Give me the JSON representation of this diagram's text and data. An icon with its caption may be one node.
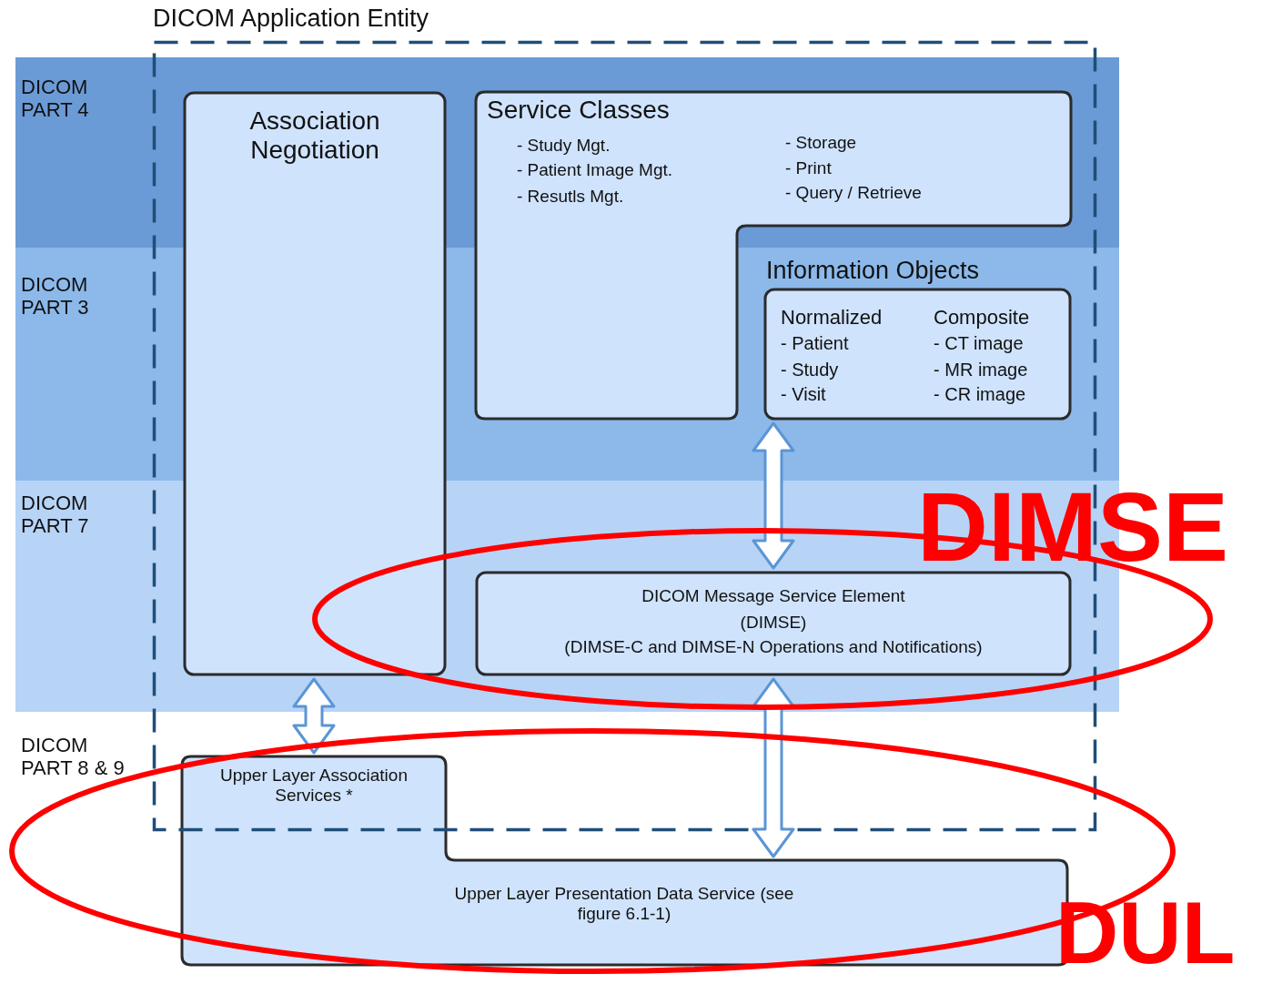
{
  "diagram": {
    "nodes": [
      {
        "text": [
          "DICOM Application Entity"
        ]
      },
      {
        "text": [
          "Association Negotiation"
        ],
        "in": 0
      },
      {
        "text": [
          "Service Classes",
          "- Study Mgt.",
          "- Patient Image Mgt.",
          "- Resutls Mgt.",
          "- Storage",
          "- Print",
          "- Query / Retrieve"
        ],
        "in": 0
      },
      {
        "text": [
          "Information Objects",
          "Normalized",
          "- Patient",
          "- Study",
          "- Visit",
          "Composite",
          "- CT image",
          "- MR image",
          "- CR image"
        ],
        "in": 0
      },
      {
        "text": [
          "DICOM Message Service Element",
          "(DIMSE)",
          "(DIMSE-C and DIMSE-N Operations and Notifications)"
        ],
        "in": 0
      },
      {
        "text": [
          "Upper Layer Association Services *",
          "Upper Layer Presentation Data Service (see figure 6.1-1)"
        ]
      }
    ],
    "edges": [
      {
        "from": 3,
        "to": 4,
        "arrow": "both"
      },
      {
        "from": 1,
        "to": 5,
        "arrow": "both"
      },
      {
        "from": 4,
        "to": 5,
        "arrow": "both"
      }
    ],
    "labels": [
      "DICOM PART 4",
      "DICOM PART 3",
      "DICOM PART 7",
      "DICOM PART 8 & 9",
      "DIMSE",
      "DUL"
    ]
  }
}
